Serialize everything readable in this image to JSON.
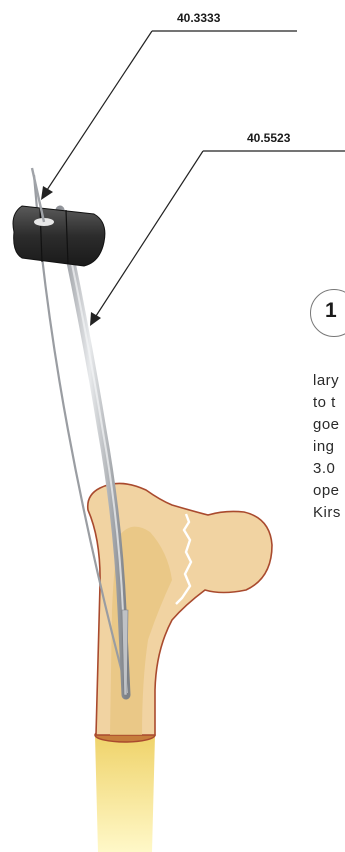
{
  "callouts": {
    "guide_wire_tip": "40.3333",
    "reaming_rod": "40.5523"
  },
  "step": {
    "number": "1"
  },
  "body_text": {
    "lines": [
      "lary",
      "to t",
      "goe",
      "ing",
      "3.0",
      "ope",
      "Kirs"
    ]
  },
  "colors": {
    "bone_fill": "#f1d3a2",
    "bone_outline": "#a94a2e",
    "marrow": "#e6c17a",
    "shaft_yellow": "#f3e06a",
    "handle": "#2f2f2f",
    "rod": "#b8bbbf"
  }
}
